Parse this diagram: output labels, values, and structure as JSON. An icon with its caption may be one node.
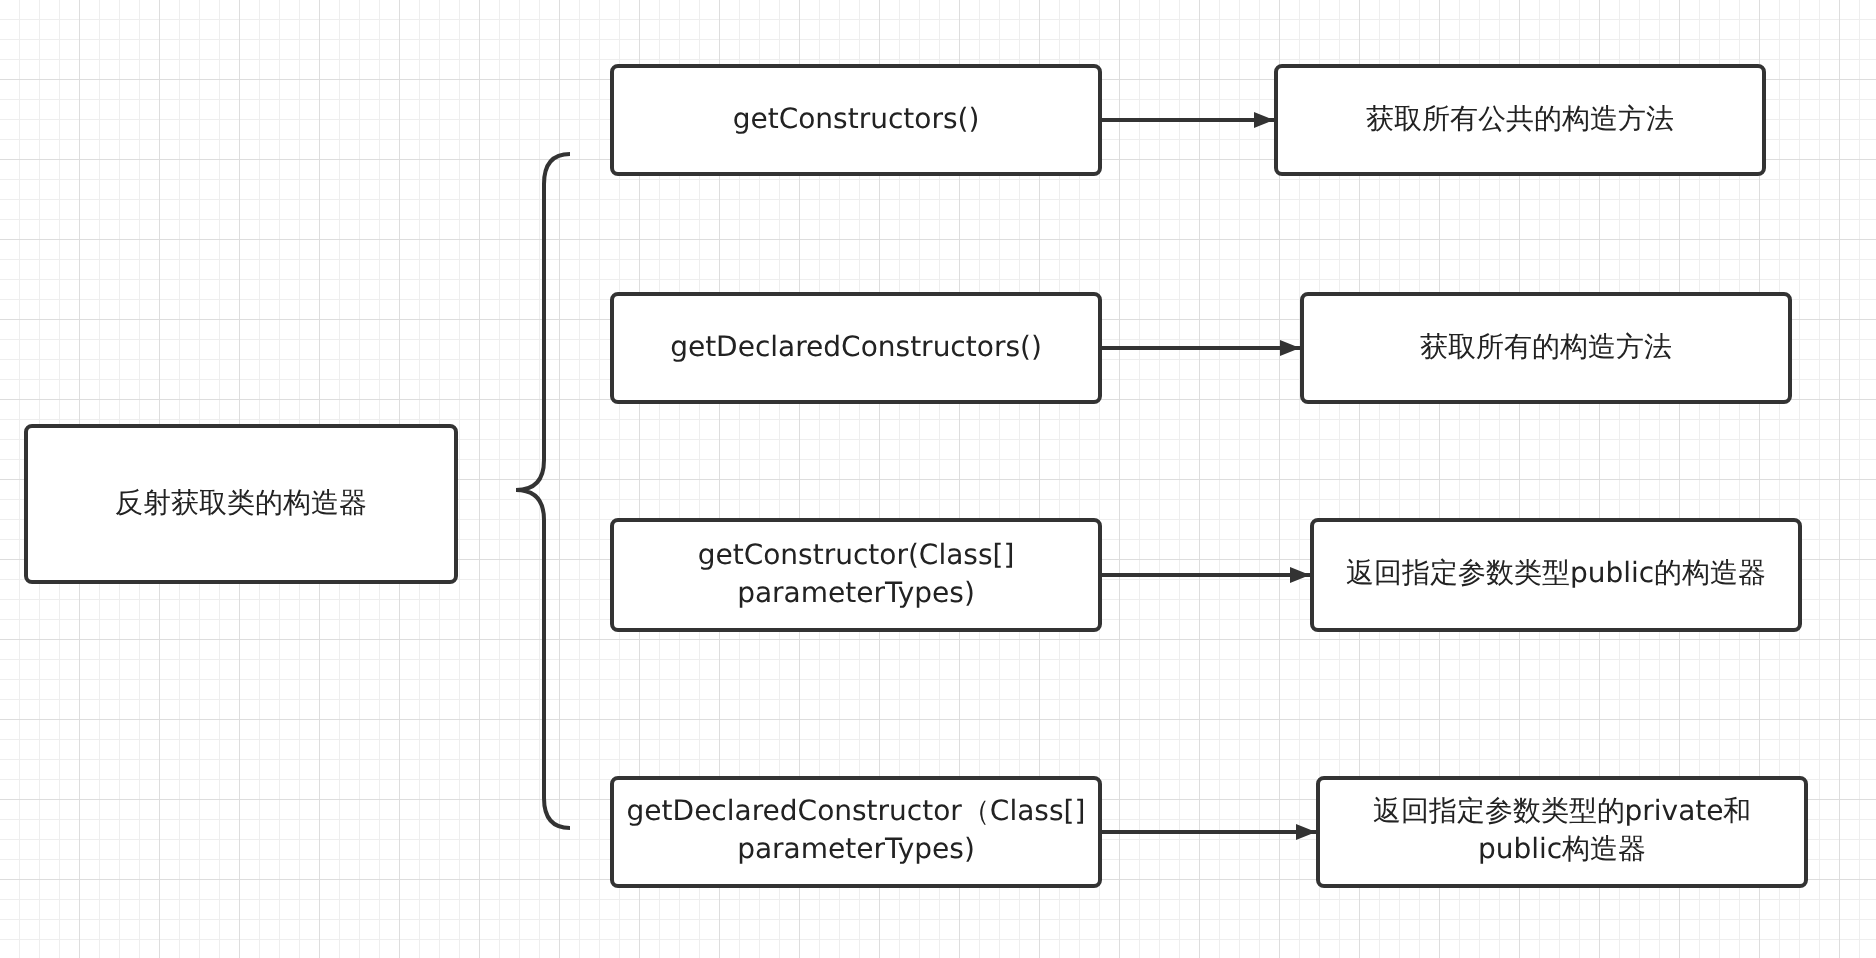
{
  "diagram": {
    "nodes": [
      {
        "text": [
          "反射获取类的构造器"
        ]
      },
      {
        "text": [
          "getConstructors()"
        ]
      },
      {
        "text": [
          "getDeclaredConstructors()"
        ]
      },
      {
        "text": [
          "getConstructor(Class[] parameterTypes)"
        ]
      },
      {
        "text": [
          "getDeclaredConstructor（Class[] parameterTypes)"
        ]
      },
      {
        "text": [
          "获取所有公共的构造方法"
        ]
      },
      {
        "text": [
          "获取所有的构造方法"
        ]
      },
      {
        "text": [
          "返回指定参数类型public的构造器"
        ]
      },
      {
        "text": [
          "返回指定参数类型的private和public构造器"
        ]
      }
    ],
    "edges": [
      {
        "from": 1,
        "to": 5,
        "arrow": "to"
      },
      {
        "from": 2,
        "to": 6,
        "arrow": "to"
      },
      {
        "from": 3,
        "to": 7,
        "arrow": "to"
      },
      {
        "from": 4,
        "to": 8,
        "arrow": "to"
      }
    ]
  }
}
